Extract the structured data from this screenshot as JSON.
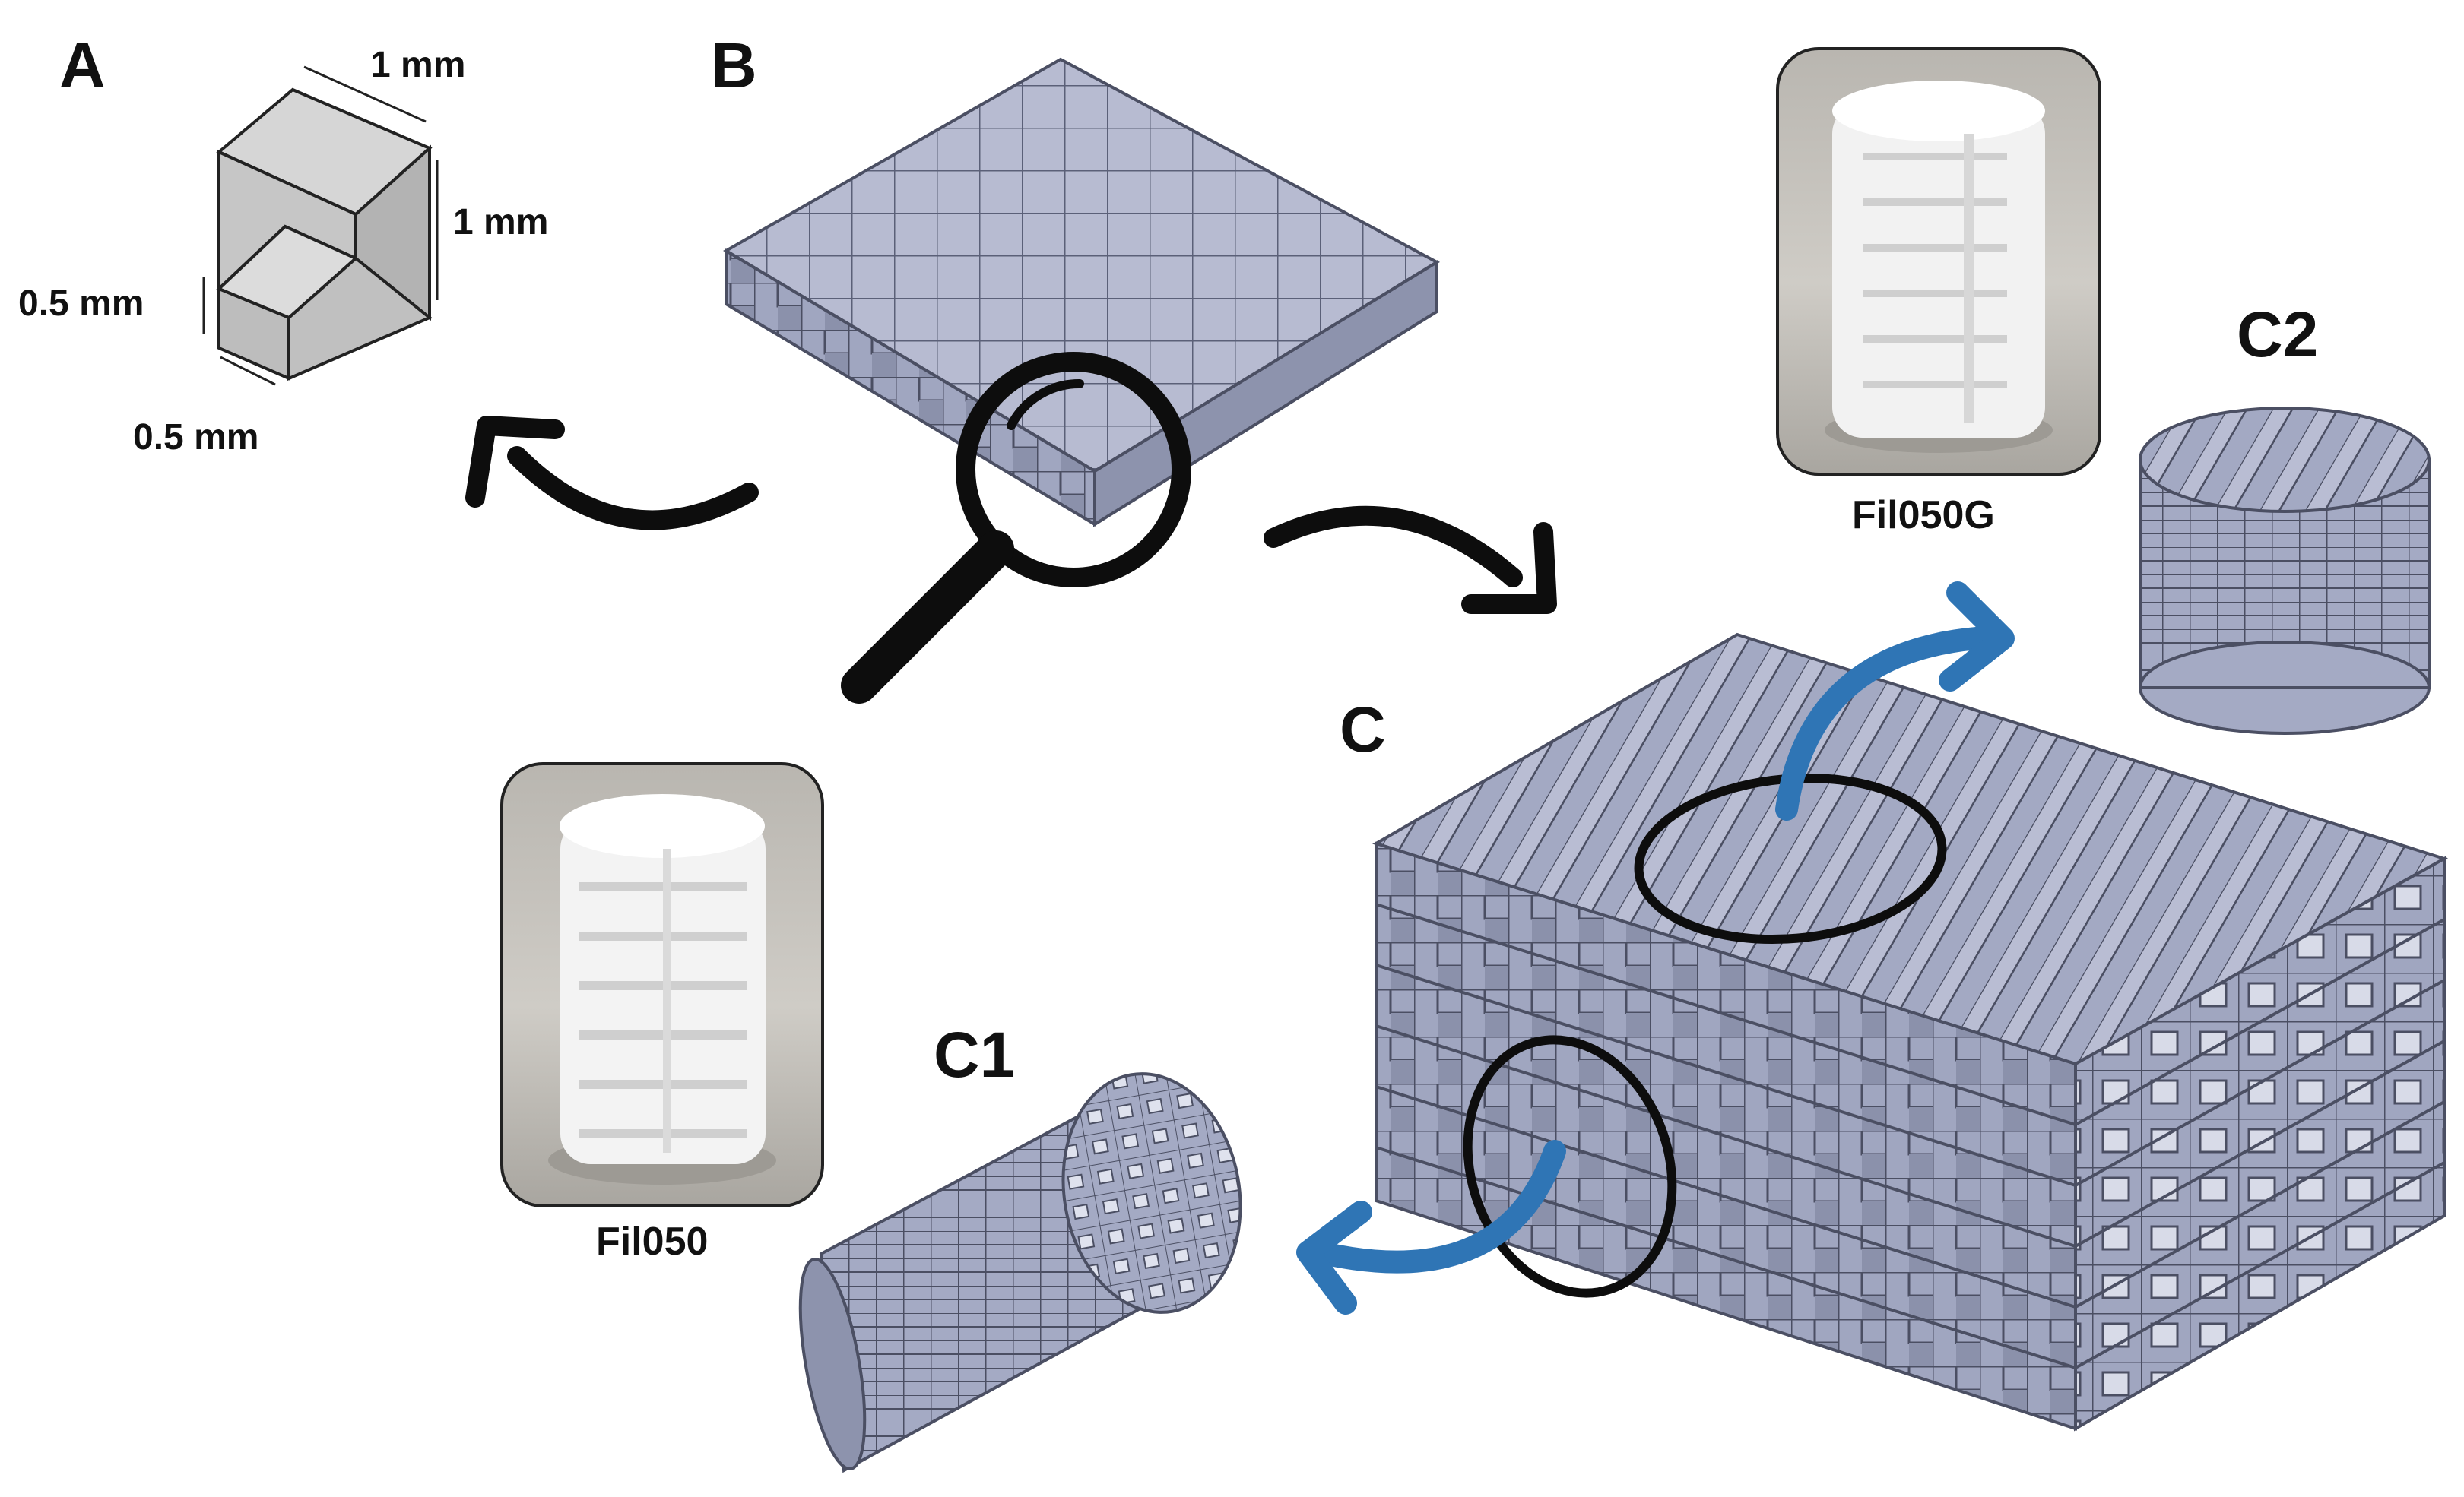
{
  "panels": {
    "a": "A",
    "b": "B",
    "c": "C",
    "c1": "C1",
    "c2": "C2"
  },
  "dimensions": {
    "top": "1 mm",
    "right": "1 mm",
    "left": "0.5 mm",
    "bottom": "0.5 mm"
  },
  "captions": {
    "photo_c2": "Fil050G",
    "photo_c1": "Fil050"
  },
  "colors": {
    "lattice_face": "#9ea4bf",
    "lattice_top": "#b9bdd3",
    "lattice_side": "#8d93ad",
    "lattice_edge": "#4b4f63",
    "unit_cell": "#c8c8c8",
    "arrow_black": "#0d0d0d",
    "arrow_blue": "#2f75b5"
  },
  "icons": [
    "magnifier-icon",
    "curved-arrow-icon"
  ]
}
